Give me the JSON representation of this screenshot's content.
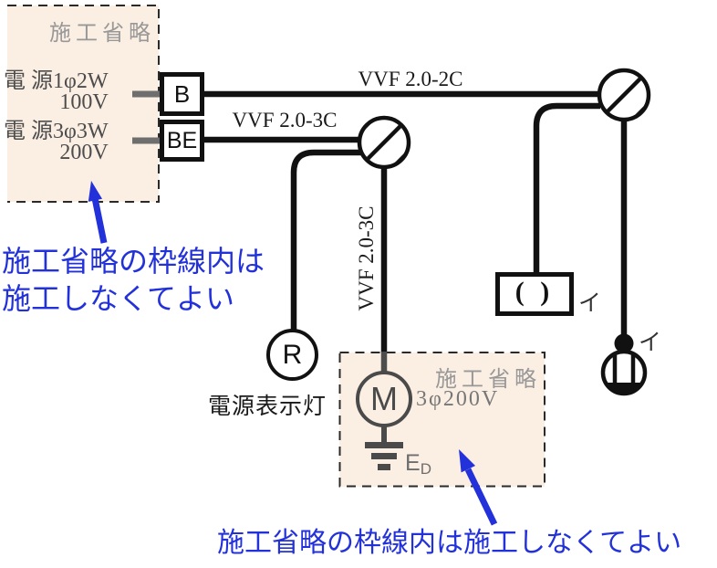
{
  "colors": {
    "background": "#ffffff",
    "omission_box_fill": "#fbeee3",
    "annotation_blue": "#2231d9",
    "muted_gray": "#989898",
    "component_gray": "#4a4a4a",
    "wire_black": "#111111"
  },
  "source_box": {
    "title": "施工省略",
    "src1": "電 源1φ2W",
    "src1_volt": "100V",
    "src2": "電 源3φ3W",
    "src2_volt": "200V"
  },
  "breakers": {
    "b": "B",
    "be": "BE"
  },
  "cables": {
    "top": "VVF 2.0-2C",
    "mid": "VVF 2.0-3C",
    "vertical": "VVF 2.0-3C"
  },
  "pilot": {
    "symbol": "R",
    "label": "電源表示灯"
  },
  "motor_box": {
    "title": "施工省略",
    "symbol": "M",
    "spec": "3φ200V",
    "ground_main": "E",
    "ground_sub": "D"
  },
  "switch": {
    "symbol": "( )",
    "tag": "イ"
  },
  "lamp": {
    "tag": "イ"
  },
  "notes": {
    "upper_line1": "施工省略の枠線内は",
    "upper_line2": "施工しなくてよい",
    "lower": "施工省略の枠線内は施工しなくてよい"
  }
}
